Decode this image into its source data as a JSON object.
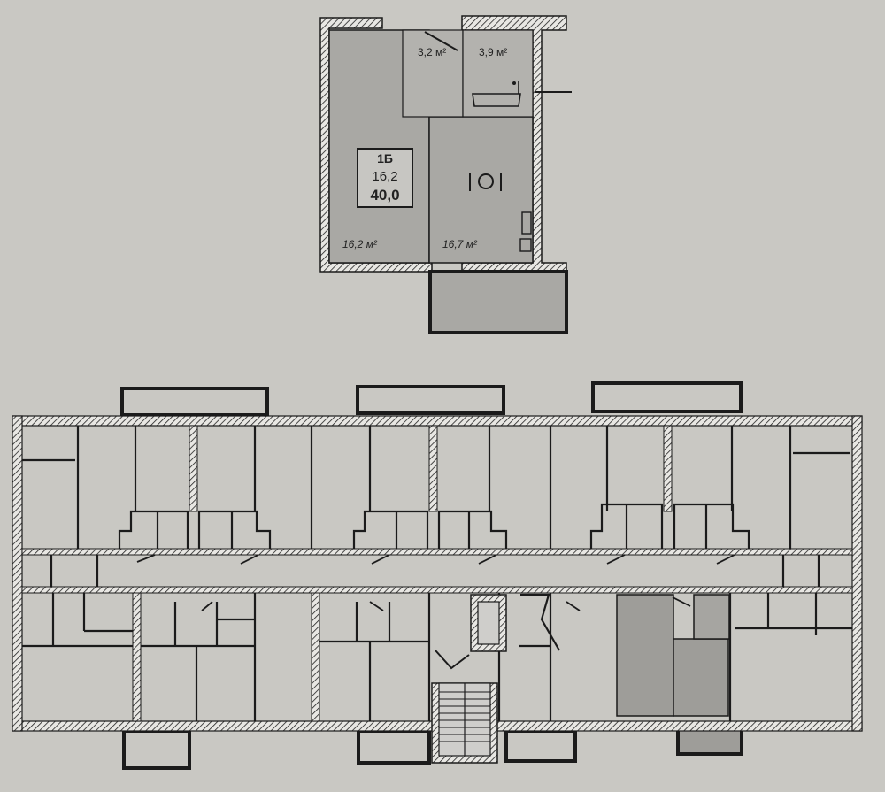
{
  "apartment": {
    "type_code": "1Б",
    "living_area": "16,2",
    "total_area": "40,0",
    "rooms": [
      {
        "id": "hall",
        "area": "3,2 м²"
      },
      {
        "id": "bathroom",
        "area": "3,9 м²"
      },
      {
        "id": "living-room",
        "area": "16,2 м²"
      },
      {
        "id": "kitchen",
        "area": "16,7 м²"
      }
    ]
  },
  "colors": {
    "background": "#c9c8c3",
    "room_fill": "#a9a8a4",
    "wall": "#1b1b1b",
    "highlight": "#9e9d99"
  },
  "icons": [
    "kitchen-plate-icon",
    "bathtub-icon",
    "sink-icon",
    "stove-icon",
    "staircase-icon",
    "elevator-icon"
  ]
}
